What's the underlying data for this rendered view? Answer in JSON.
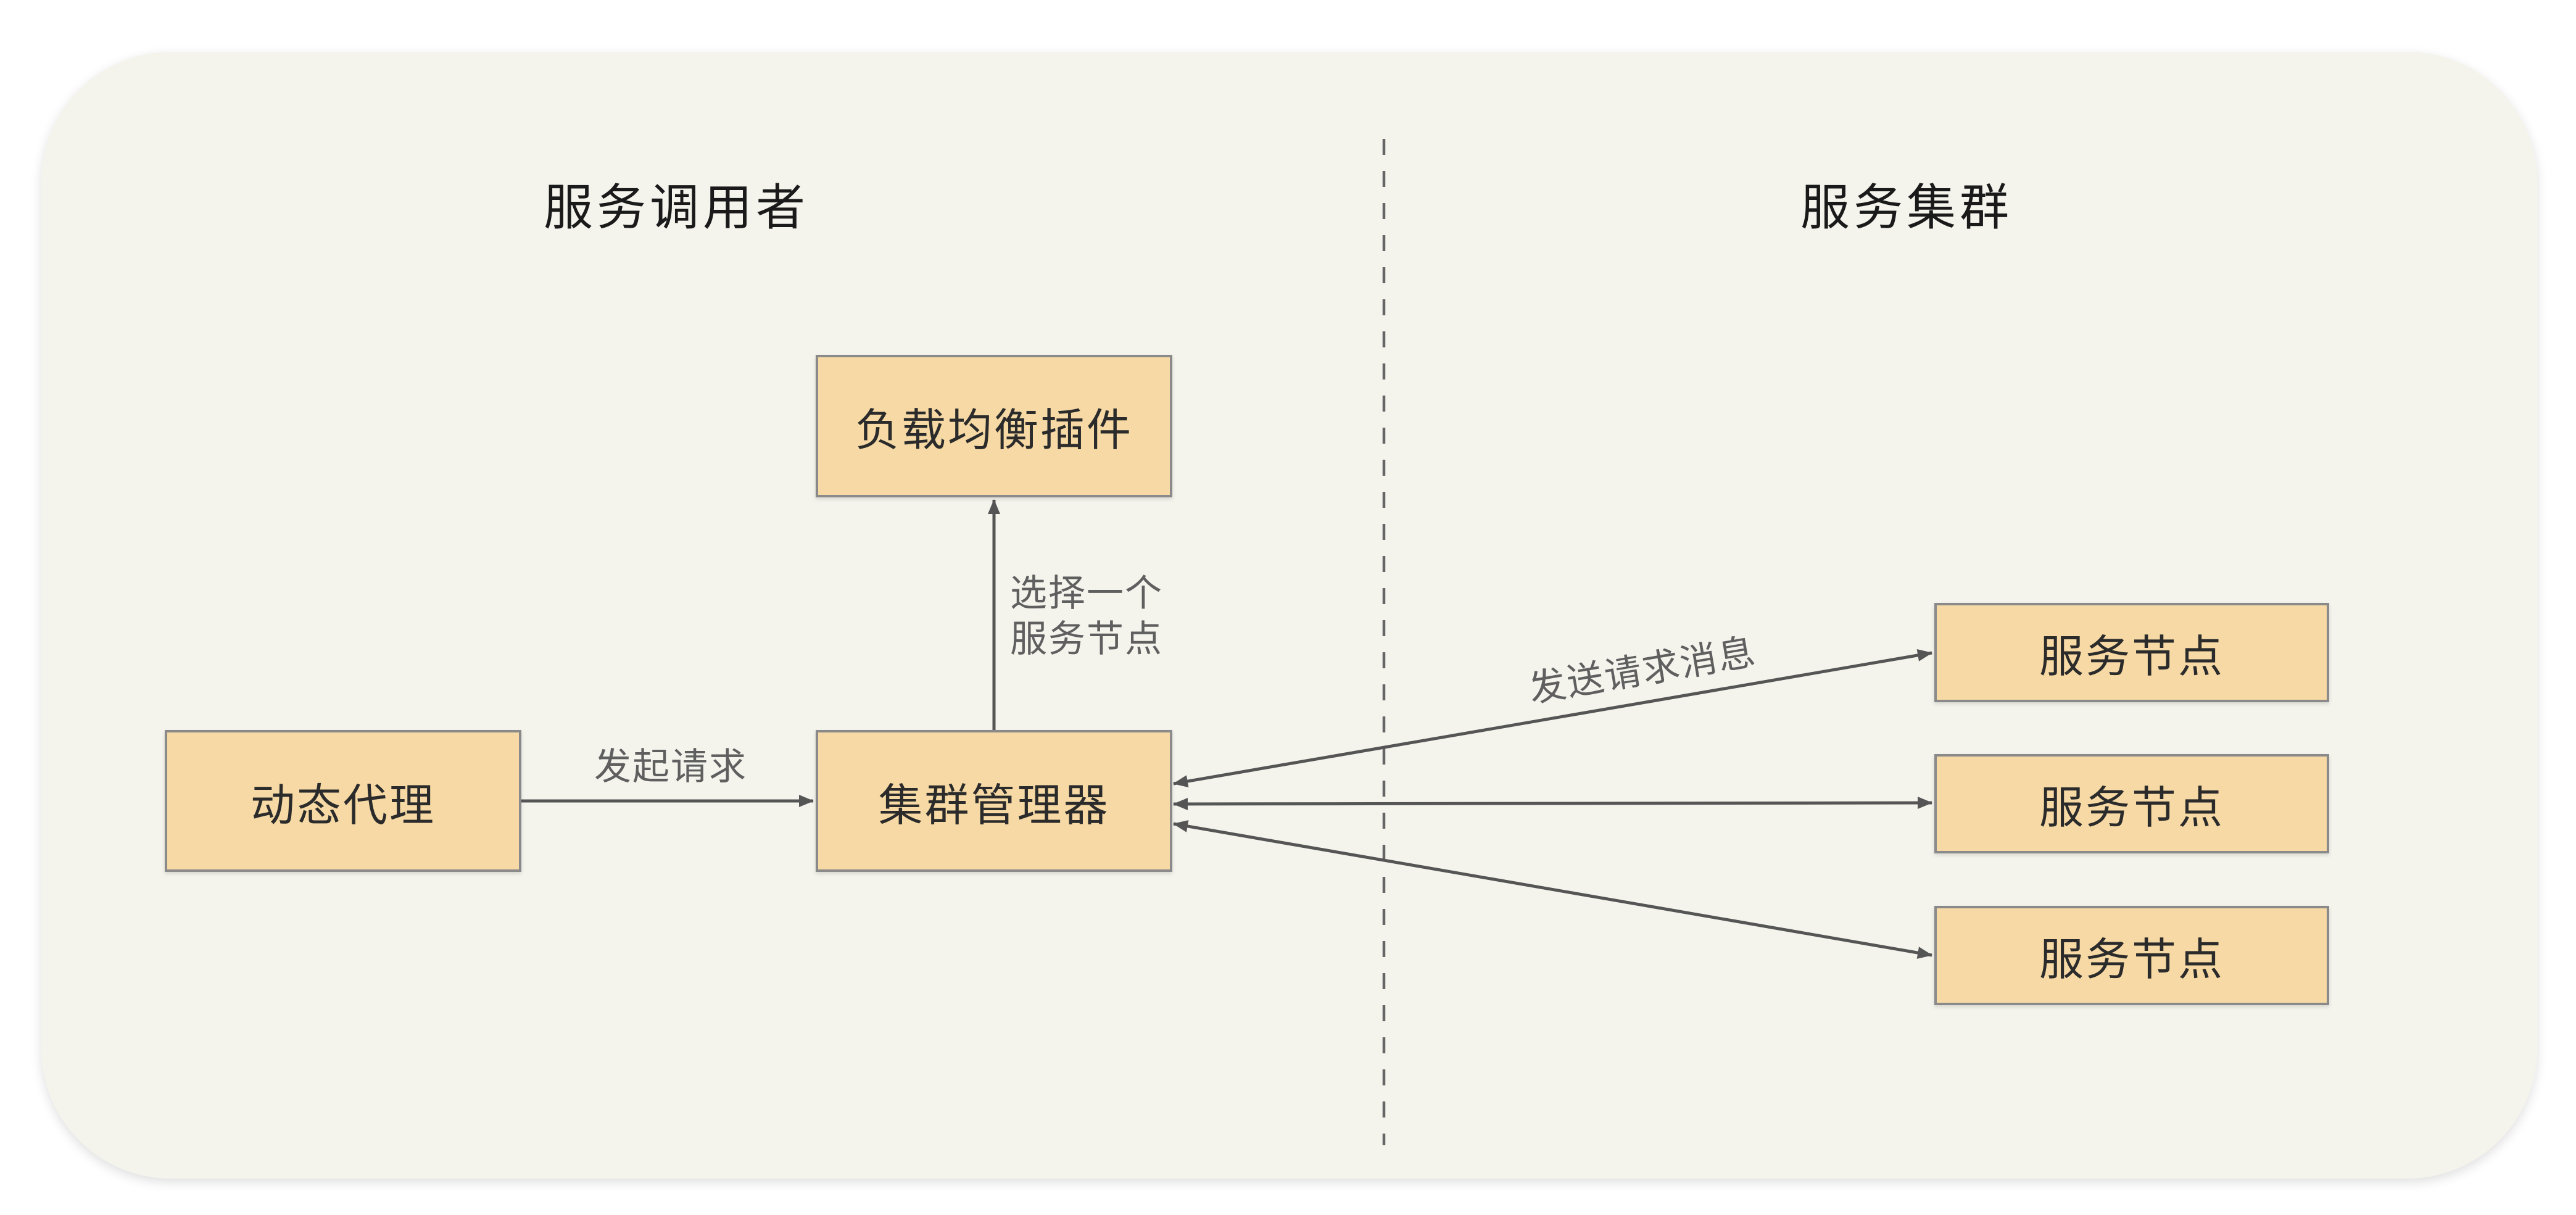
{
  "colors": {
    "page_bg": "#ffffff",
    "panel_bg": "#f4f4ed",
    "box_fill": "#f6d9a4",
    "box_border": "#8a8a8a",
    "box_text": "#2b2b2b",
    "title_text": "#1a1a1a",
    "line_color": "#555555",
    "label_text": "#5f5f5f"
  },
  "sections": {
    "caller": {
      "title": "服务调用者"
    },
    "cluster": {
      "title": "服务集群"
    }
  },
  "nodes": {
    "dynamic_proxy": {
      "label": "动态代理"
    },
    "load_balancer": {
      "label": "负载均衡插件"
    },
    "cluster_manager": {
      "label": "集群管理器"
    },
    "service_nodes": [
      {
        "label": "服务节点"
      },
      {
        "label": "服务节点"
      },
      {
        "label": "服务节点"
      }
    ]
  },
  "edges": {
    "initiate_request": {
      "label": "发起请求"
    },
    "select_node": {
      "lines": [
        "选择一个",
        "服务节点"
      ]
    },
    "send_request": {
      "label": "发送请求消息"
    }
  }
}
